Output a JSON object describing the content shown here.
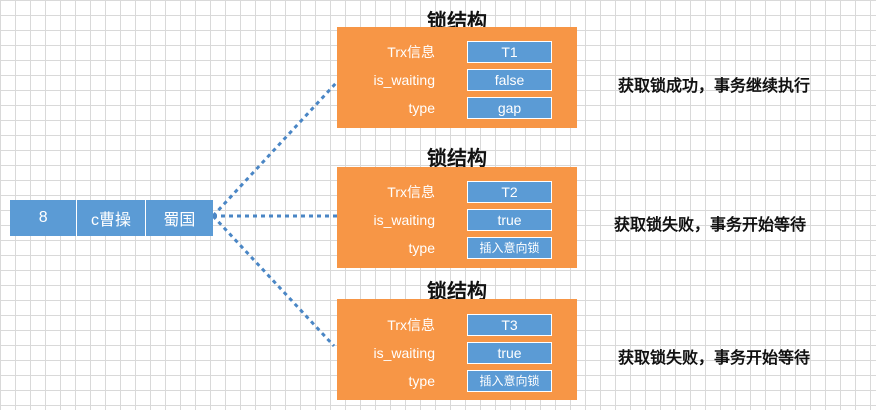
{
  "record": {
    "id": "8",
    "name": "c曹操",
    "country": "蜀国"
  },
  "locks": [
    {
      "title": "锁结构",
      "fields": [
        {
          "label": "Trx信息",
          "value": "T1"
        },
        {
          "label": "is_waiting",
          "value": "false"
        },
        {
          "label": "type",
          "value": "gap"
        }
      ],
      "outcome": "获取锁成功，事务继续执行"
    },
    {
      "title": "锁结构",
      "fields": [
        {
          "label": "Trx信息",
          "value": "T2"
        },
        {
          "label": "is_waiting",
          "value": "true"
        },
        {
          "label": "type",
          "value": "插入意向锁"
        }
      ],
      "outcome": "获取锁失败，事务开始等待"
    },
    {
      "title": "锁结构",
      "fields": [
        {
          "label": "Trx信息",
          "value": "T3"
        },
        {
          "label": "is_waiting",
          "value": "true"
        },
        {
          "label": "type",
          "value": "插入意向锁"
        }
      ],
      "outcome": "获取锁失败，事务开始等待"
    }
  ],
  "colors": {
    "record_fill": "#5b9bd5",
    "lock_box_fill": "#f79646",
    "connector": "#4a86c5"
  }
}
